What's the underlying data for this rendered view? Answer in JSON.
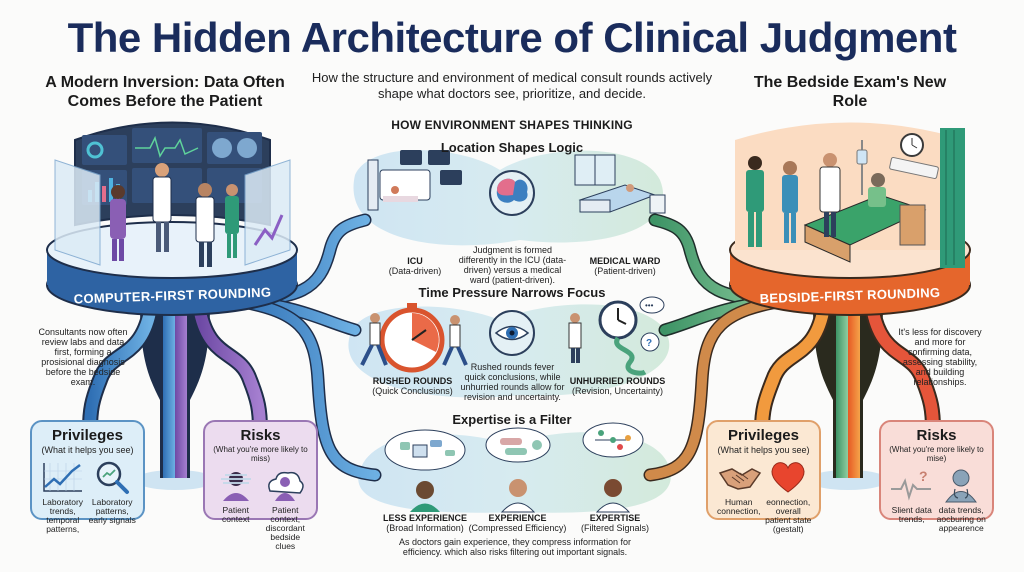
{
  "title": "The Hidden Architecture of Clinical Judgment",
  "subtitle": "How the structure and environment of medical consult rounds actively shape what doctors see, prioritize, and decide.",
  "left": {
    "heading": "A Modern Inversion: Data Often Comes Before the Patient",
    "platform_label": "COMPUTER-FIRST ROUNDING",
    "note": "Consultants now often review labs and data first, forming a prosisional diagnosis before the bedside exam.",
    "privileges": {
      "title": "Privileges",
      "subtitle": "(What it helps you see)",
      "items": [
        {
          "icon": "trend-chart-icon",
          "label": "Laboratory trends, temporal patterns,"
        },
        {
          "icon": "magnifier-trend-icon",
          "label": "Laboratory patterns, early signals"
        }
      ]
    },
    "risks": {
      "title": "Risks",
      "subtitle": "(What you're more likely to miss)",
      "items": [
        {
          "icon": "blurred-person-icon",
          "label": "Patient context"
        },
        {
          "icon": "person-cloud-icon",
          "label": "Patient context, discordant bedside clues"
        }
      ]
    }
  },
  "right": {
    "heading": "The Bedside Exam's New Role",
    "platform_label": "BEDSIDE-FIRST ROUNDING",
    "note": "It's less for discovery and more for confirming data, assessing stability, and building relationships.",
    "privileges": {
      "title": "Privileges",
      "subtitle": "(What it helps you see)",
      "items": [
        {
          "icon": "handshake-icon",
          "label": "Human connection,"
        },
        {
          "icon": "heart-icon",
          "label": "eonnection, overall patient state (gestalt)"
        }
      ]
    },
    "risks": {
      "title": "Risks",
      "subtitle": "(What you're more likely to mise)",
      "items": [
        {
          "icon": "waveform-question-icon",
          "label": "Slient data trends,"
        },
        {
          "icon": "doctor-silhouette-icon",
          "label": "data trends, aocburing on appearence"
        }
      ]
    }
  },
  "center": {
    "section_label": "HOW ENVIRONMENT SHAPES THINKING",
    "panels": [
      {
        "title": "Location Shapes Logic",
        "left": {
          "head": "ICU",
          "sub": "(Data-driven)"
        },
        "right": {
          "head": "MEDICAL WARD",
          "sub": "(Patient-driven)"
        },
        "center_icon": "brain-icon",
        "note": "Judgment is formed differently in the ICU (data-driven) versus a medical ward (patient-driven)."
      },
      {
        "title": "Time Pressure Narrows Focus",
        "left": {
          "head": "RUSHED ROUNDS",
          "sub": "(Quick Conclusions)"
        },
        "right": {
          "head": "UNHURRIED ROUNDS",
          "sub": "(Revision, Uncertainty)"
        },
        "center_icon": "eye-magnifier-icon",
        "note": "Rushed rounds fever quick conclusions, while unhurried rounds allow for revision and uncertainty."
      },
      {
        "title": "Expertise is a Filter",
        "levels": [
          {
            "head": "LESS EXPERIENCE",
            "sub": "(Broad Information)"
          },
          {
            "head": "EXPERIENCE",
            "sub": "(Compressed Efficiency)"
          },
          {
            "head": "EXPERTISE",
            "sub": "(Filtered Signals)"
          }
        ],
        "note": "As doctors gain experience, they compress information for efficiency. which also risks filtering out important signals."
      }
    ]
  },
  "colors": {
    "title": "#1a2c5c",
    "computer_blue": "#3d7fc0",
    "computer_purple": "#8a5fb4",
    "bedside_orange": "#e6712f",
    "bedside_green": "#5ba67a",
    "privileges_left_bg": "#ddeef8",
    "risks_left_bg": "#ecdcef",
    "privileges_right_bg": "#fbe8d3",
    "risks_right_bg": "#f9ddd8"
  }
}
